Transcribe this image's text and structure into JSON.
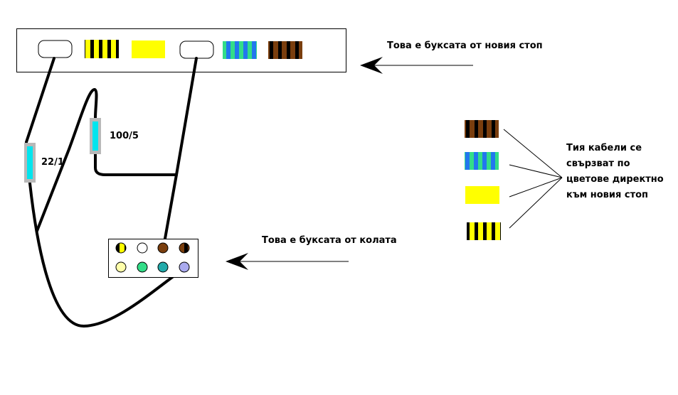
{
  "labels": {
    "new_socket": "Това е буксата от новия стоп",
    "car_socket": "Това е буксата от колата",
    "resistor_1": "100/5",
    "resistor_2": "22/1",
    "note": "Тия кабели се свързват по цветове директно към новия стоп"
  },
  "colors": {
    "background": "#ffffff",
    "wire": "#000000",
    "yellow": "#ffff00",
    "brown": "#7a3e0e",
    "green": "#33dd88",
    "blue": "#2277ee",
    "cyan": "#00e5ee",
    "resistor_body": "#b8b8b8",
    "lavender": "#aaaaee",
    "teal": "#22aaaa"
  },
  "icons": {
    "arrow": "left-arrow-icon",
    "pin": "socket-pin-icon",
    "resistor": "resistor-icon"
  }
}
